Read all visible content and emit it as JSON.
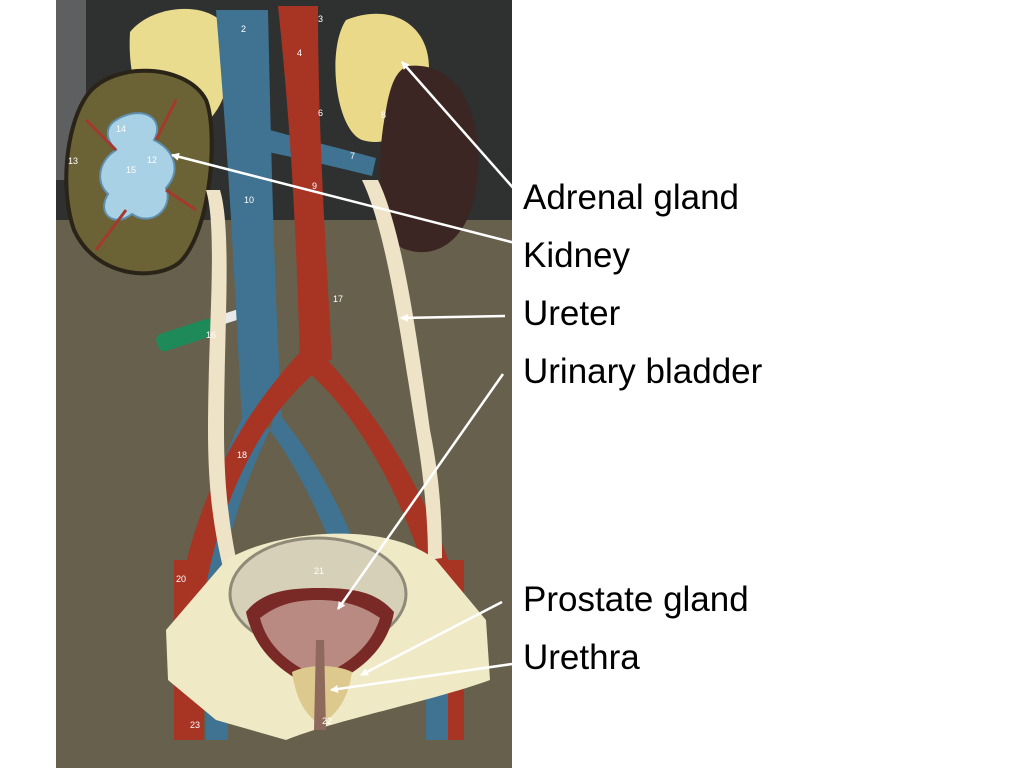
{
  "labels": {
    "adrenal_gland": "Adrenal gland",
    "kidney": "Kidney",
    "ureter": "Ureter",
    "urinary_bladder": "Urinary bladder",
    "prostate_gland": "Prostate gland",
    "urethra": "Urethra"
  },
  "model_numbers": [
    "2",
    "3",
    "4",
    "6",
    "7",
    "8",
    "9",
    "10",
    "12",
    "13",
    "14",
    "15",
    "16",
    "17",
    "18",
    "20",
    "21",
    "22",
    "23"
  ],
  "colors": {
    "background": "#ffffff",
    "leader_line": "#ffffff",
    "label_text": "#000000",
    "artery": "#a83424",
    "vein": "#3f7391",
    "adrenal": "#eadc8e",
    "ureter": "#eee3c6",
    "base": "#efe9c6"
  }
}
